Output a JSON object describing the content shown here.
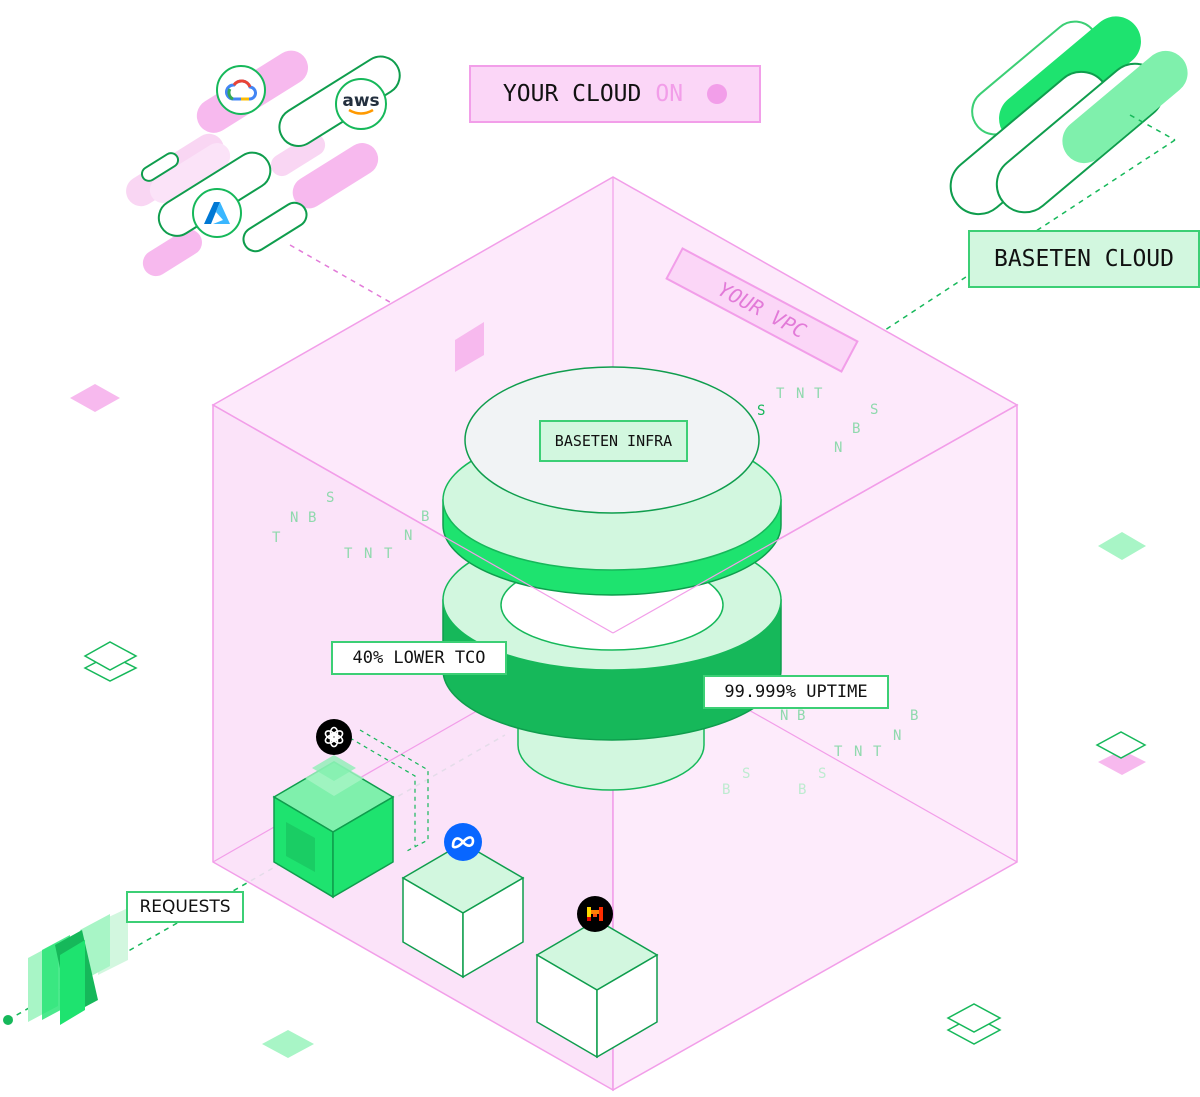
{
  "header": {
    "your_cloud": "YOUR CLOUD",
    "on": "ON"
  },
  "labels": {
    "baseten_cloud": "BASETEN CLOUD",
    "your_vpc": "YOUR VPC",
    "baseten_infra": "BASETEN INFRA",
    "lower_tco": "40% LOWER TCO",
    "uptime": "99.999% UPTIME",
    "requests": "REQUESTS"
  },
  "providers": [
    {
      "name": "google-cloud-icon"
    },
    {
      "name": "aws-icon",
      "text": "aws"
    },
    {
      "name": "azure-icon"
    }
  ],
  "models": [
    {
      "name": "openai-icon"
    },
    {
      "name": "meta-icon"
    },
    {
      "name": "mistral-icon"
    }
  ],
  "colors": {
    "green": "#1ee36f",
    "green_dark": "#16b85a",
    "mint": "#d2f7df",
    "pink": "#f29ee9",
    "pink_light": "#fde9fb",
    "stroke_green": "#0f9d4d"
  }
}
